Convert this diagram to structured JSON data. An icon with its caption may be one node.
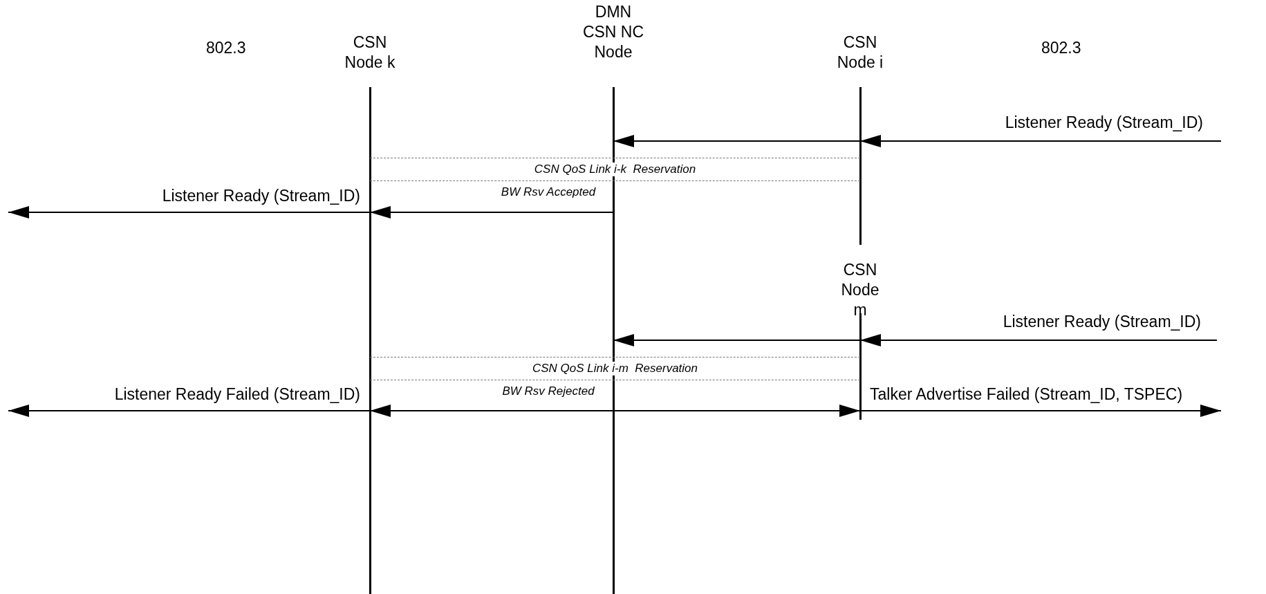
{
  "diagram": {
    "nodes": [
      {
        "text": [
          "CSN Node k"
        ]
      },
      {
        "text": [
          "DMN CSN NC Node"
        ]
      },
      {
        "text": [
          "CSN Node i"
        ]
      },
      {
        "text": [
          "CSN QoS Link i-k  Reservation"
        ]
      },
      {
        "text": [
          "CSN Node m"
        ]
      },
      {
        "text": [
          "CSN QoS Link i-m  Reservation"
        ]
      }
    ],
    "edges": [
      {
        "from": null,
        "to": 2,
        "arrow": "to",
        "label": "Listener Ready (Stream_ID)"
      },
      {
        "from": 2,
        "to": 1,
        "arrow": "to"
      },
      {
        "from": 1,
        "to": 0,
        "arrow": "to",
        "label": "BW Rsv Accepted"
      },
      {
        "from": 0,
        "to": null,
        "arrow": "to",
        "label": "Listener Ready (Stream_ID)"
      },
      {
        "from": null,
        "to": 4,
        "arrow": "to",
        "label": "Listener Ready (Stream_ID)"
      },
      {
        "from": 4,
        "to": 1,
        "arrow": "to"
      },
      {
        "from": 1,
        "to": 0,
        "arrow": "to",
        "label": "BW Rsv Rejected"
      },
      {
        "from": 1,
        "to": 4,
        "arrow": "to"
      },
      {
        "from": 0,
        "to": null,
        "arrow": "to",
        "label": "Listener Ready Failed (Stream_ID)"
      },
      {
        "from": 4,
        "to": null,
        "arrow": "to",
        "label": "Talker Advertise Failed (Stream_ID, TSPEC)"
      }
    ],
    "labels": [
      "802.3",
      "802.3"
    ]
  }
}
